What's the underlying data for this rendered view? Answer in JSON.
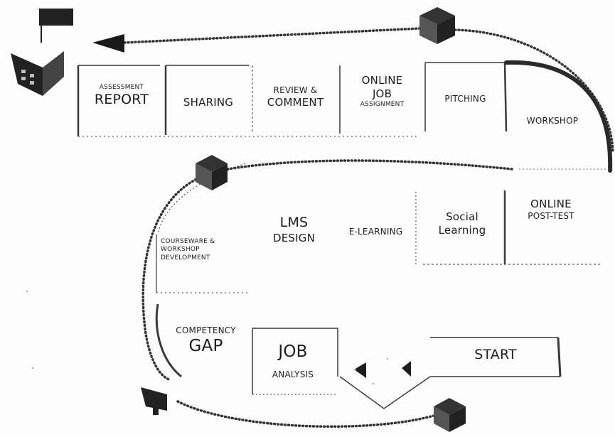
{
  "row1": {
    "assessment_report": {
      "line1": "ASSESSMENT",
      "line2": "REPORT"
    },
    "sharing": "SHARING",
    "review_comment": {
      "line1": "REVIEW &",
      "line2": "COMMENT"
    },
    "online_job_assignment": {
      "line1": "ONLINE",
      "line2": "JOB",
      "line3": "ASSIGNMENT"
    },
    "pitching": "PITCHING",
    "workshop": "WORKSHOP"
  },
  "row2": {
    "courseware": {
      "line1": "COURSEWARE &",
      "line2": "WORKSHOP",
      "line3": "DEVELOPMENT"
    },
    "lms_design": {
      "line1": "LMS",
      "line2": "DESIGN"
    },
    "elearning": "E-LEARNING",
    "social_learning": {
      "line1": "Social",
      "line2": "Learning"
    },
    "online_post_test": {
      "line1": "ONLINE",
      "line2": "POST-TEST"
    }
  },
  "row3": {
    "competency_gap": {
      "line1": "COMPETENCY",
      "line2": "GAP"
    },
    "job_analysis": {
      "line1": "JOB",
      "line2": "ANALYSIS"
    },
    "start": "START"
  },
  "colors": {
    "line": "#2a2a2a",
    "dots": "#333333",
    "box": "#3a3a3a",
    "icon": "#222222"
  }
}
